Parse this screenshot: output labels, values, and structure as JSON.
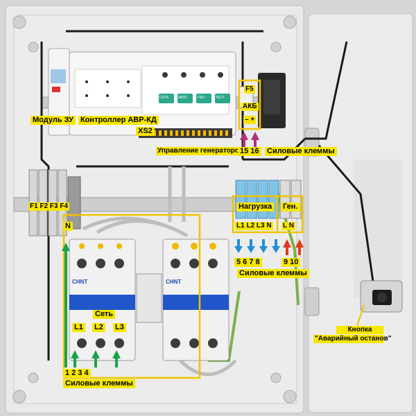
{
  "labels": {
    "module_zu": "Модуль ЗУ",
    "controller": "Контроллер АВР-КД",
    "xs2": "XS2",
    "gen_control": "Управление генератором",
    "f5": "F5",
    "akb": "АКБ",
    "minus_plus": "– +",
    "t15_16": "15 16",
    "power_terminals_top": "Силовые клеммы",
    "fuses": "F1 F2 F3 F4",
    "neutral_n": "N",
    "load": "Нагрузка",
    "gen": "Ген.",
    "load_terms": "L1 L2 L3 N",
    "gen_terms": "L  N",
    "nums_5_8": "5  6  7  8",
    "nums_9_10": "9  10",
    "power_terminals_mid": "Силовые клеммы",
    "net": "Сеть",
    "phases": [
      "L1",
      "L2",
      "L3"
    ],
    "nums_bottom": "1  2      3     4",
    "power_terminals_bottom": "Силовые клеммы",
    "button_line1": "Кнопка",
    "button_line2": "\"Аварийный останов\""
  },
  "device_text": {
    "brand": "CHNT",
    "button_labels": [
      "СЕТЬ",
      "АВТО",
      "ГЕН.",
      "ТЕСТ"
    ]
  },
  "colors": {
    "label_bg": "#f7e600",
    "highlight_box": "#f0c400",
    "arrow_green": "#1aa34a",
    "arrow_blue": "#1f8fd6",
    "arrow_red": "#e03a1e",
    "arrow_magenta": "#b0307a",
    "panel_bg": "#dcdcdc",
    "enclosure": "#eeeeee",
    "button_teal": "#2aa889"
  }
}
